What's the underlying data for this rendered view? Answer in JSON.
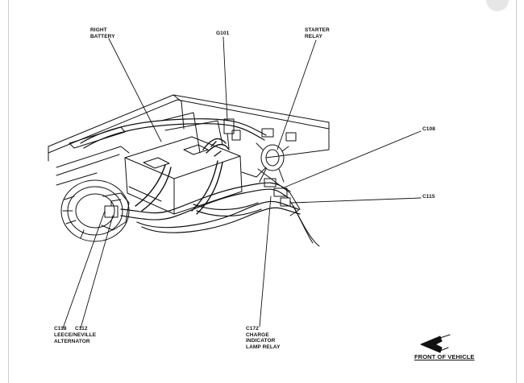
{
  "labels": {
    "right_battery": "RIGHT\nBATTERY",
    "g101": "G101",
    "starter_relay": "STARTER\nRELAY",
    "c108": "C108",
    "c115": "C115",
    "c118": "C118",
    "c112": "C112",
    "alternator": "LEECE/NEVILLE\nALTERNATOR",
    "c172": "C172\nCHARGE\nINDICATOR\nLAMP RELAY",
    "front_of_vehicle": "FRONT OF VEHICLE"
  },
  "colors": {
    "ink": "#111111",
    "frame": "#cfcfcf"
  },
  "icons": {
    "front_arrow": "front-arrow-icon"
  }
}
